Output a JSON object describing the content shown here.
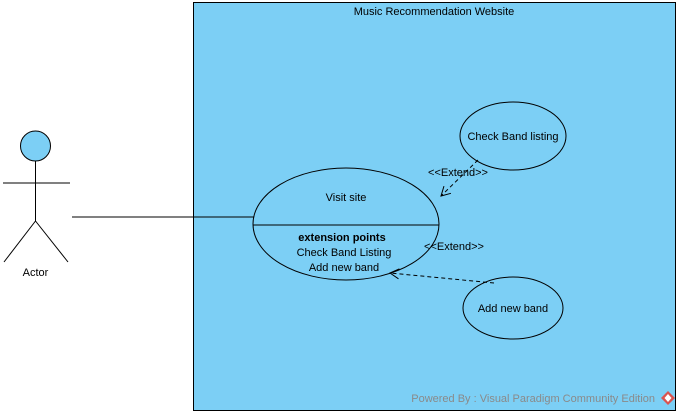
{
  "diagram": {
    "system": {
      "title": "Music Recommendation Website",
      "fill": "#7ccff5"
    },
    "actor": {
      "label": "Actor",
      "head_fill": "#7ccff5"
    },
    "use_cases": {
      "visit_site": {
        "name": "Visit site",
        "extension_points_heading": "extension points",
        "extension_points": [
          "Check Band Listing",
          "Add new band"
        ]
      },
      "check_band_listing": {
        "name": "Check Band listing"
      },
      "add_new_band": {
        "name": "Add new band"
      }
    },
    "relations": {
      "extend_top": "<<Extend>>",
      "extend_bottom": "<<Extend>>"
    },
    "watermark": {
      "prefix": "Powered By : ",
      "product": "Visual Paradigm Community Edition",
      "logo_color": "#d9534f"
    }
  }
}
